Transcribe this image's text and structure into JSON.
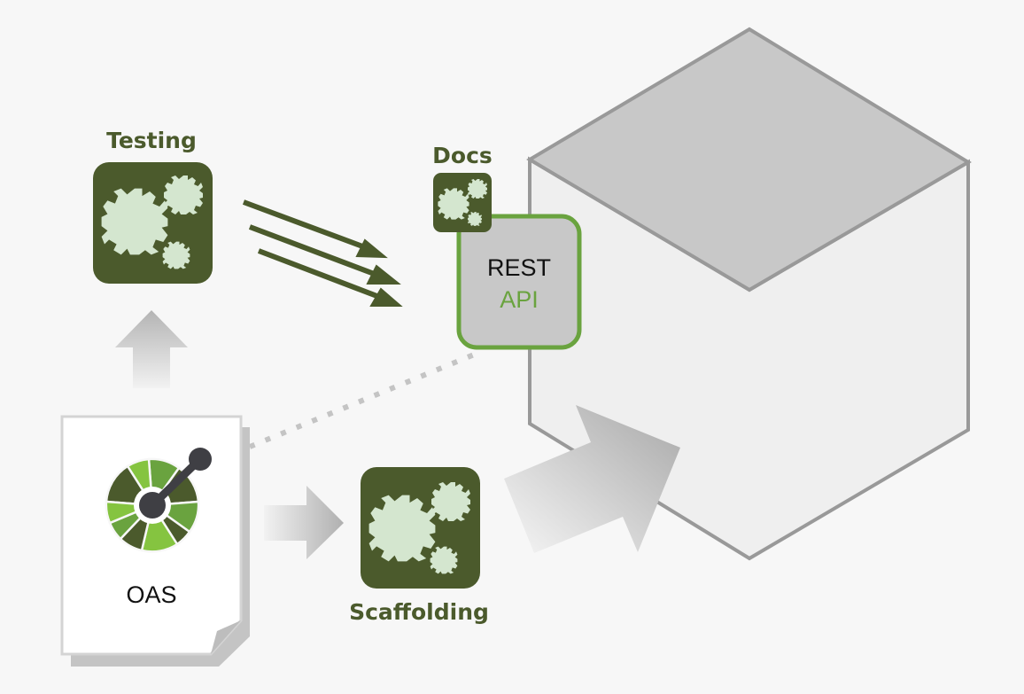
{
  "diagram": {
    "title": "OpenAPI Specification workflow",
    "colors": {
      "background": "#f7f7f7",
      "tool_box": "#4b5a2c",
      "gear": "#d4e6cf",
      "label": "#4b5a2c",
      "rest_border": "#6aa33f",
      "rest_fill": "#c8c8c8",
      "api_text": "#6aa33f",
      "cube_top": "#c8c8c8",
      "cube_face": "#efefef",
      "cube_stroke": "#999999"
    },
    "nodes": {
      "testing": {
        "label": "Testing",
        "icon": "gears-icon"
      },
      "docs": {
        "label": "Docs",
        "icon": "gears-icon"
      },
      "rest_api": {
        "line1": "REST",
        "line2": "API"
      },
      "oas": {
        "label": "OAS",
        "icon": "openapi-logo-icon"
      },
      "scaffolding": {
        "label": "Scaffolding",
        "icon": "gears-icon"
      },
      "server": {
        "label": "",
        "icon": "cube-icon"
      }
    },
    "edges": [
      {
        "from": "oas",
        "to": "testing",
        "style": "gray-arrow"
      },
      {
        "from": "oas",
        "to": "scaffolding",
        "style": "gray-arrow"
      },
      {
        "from": "scaffolding",
        "to": "server",
        "style": "gray-arrow"
      },
      {
        "from": "testing",
        "to": "rest_api",
        "style": "triple-dark-arrow"
      },
      {
        "from": "oas",
        "to": "rest_api",
        "style": "dotted-line"
      }
    ]
  }
}
